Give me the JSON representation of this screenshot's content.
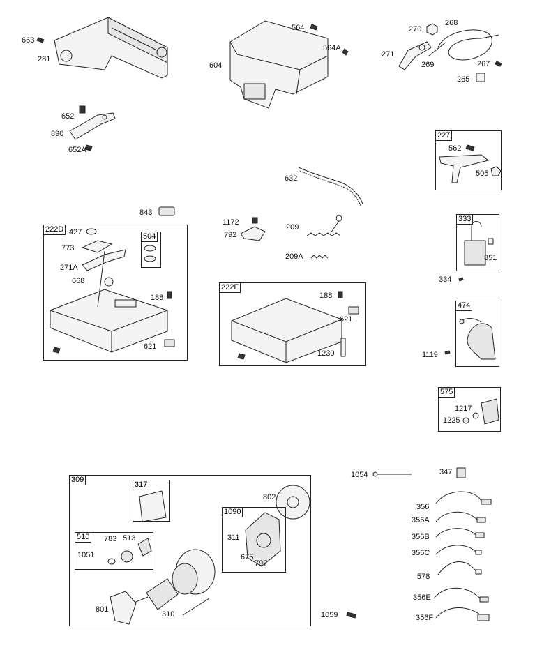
{
  "labels": {
    "l663": "663",
    "l281": "281",
    "l604": "604",
    "l564": "564",
    "l564A": "564A",
    "l270": "270",
    "l268": "268",
    "l271": "271",
    "l269": "269",
    "l267": "267",
    "l265": "265",
    "l652": "652",
    "l890": "890",
    "l652A": "652A",
    "l227": "227",
    "l562": "562",
    "l505": "505",
    "l632": "632",
    "l843": "843",
    "l222D": "222D",
    "l427": "427",
    "l504": "504",
    "l773": "773",
    "l271A": "271A",
    "l668": "668",
    "l188a": "188",
    "l621a": "621",
    "l1172": "1172",
    "l792": "792",
    "l209": "209",
    "l209A": "209A",
    "l333": "333",
    "l851": "851",
    "l334": "334",
    "l222F": "222F",
    "l188b": "188",
    "l621b": "621",
    "l1230": "1230",
    "l474": "474",
    "l1119": "1119",
    "l575": "575",
    "l1217": "1217",
    "l1225": "1225",
    "l1054": "1054",
    "l347": "347",
    "l356": "356",
    "l356A": "356A",
    "l356B": "356B",
    "l356C": "356C",
    "l578": "578",
    "l356E": "356E",
    "l356F": "356F",
    "l1059": "1059",
    "l309": "309",
    "l317": "317",
    "l802": "802",
    "l1090": "1090",
    "l311": "311",
    "l675": "675",
    "l797": "797",
    "l510": "510",
    "l783": "783",
    "l513": "513",
    "l1051": "1051",
    "l801": "801",
    "l310": "310"
  },
  "icons": [
    "bracket-281",
    "cover-604",
    "governor-lever-271",
    "control-cable-268",
    "throttle-link-890",
    "bracket-227",
    "spring-632",
    "pad-843",
    "base-222D",
    "base-222F",
    "rectifier-333",
    "ignition-474",
    "kill-switch-575",
    "starter-309",
    "wire-harness-set"
  ]
}
